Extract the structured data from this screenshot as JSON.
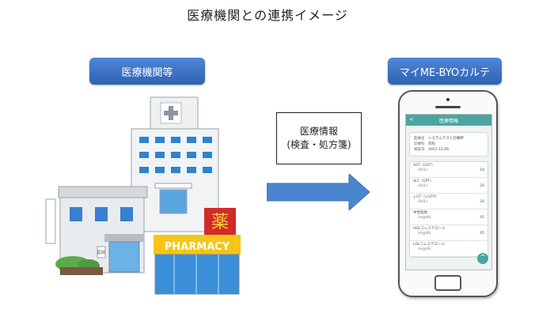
{
  "title": "医療機関との連携イメージ",
  "left_label": "医療機関等",
  "right_label": "マイME-BYOカルテ",
  "info_box": {
    "line1": "医療情報",
    "line2": "(検査・処方箋)"
  },
  "pharmacy_sign": "PHARMACY",
  "pharmacy_kanji": "薬",
  "clinic_sign": "医院",
  "phone": {
    "header": "医療情報",
    "back": "<",
    "patient": [
      {
        "key": "医療名",
        "value": "システムテスト診療所"
      },
      {
        "key": "診療科",
        "value": "内科"
      },
      {
        "key": "検査日",
        "value": "2021-12-26"
      }
    ],
    "labs": [
      {
        "name": "AST（GOT）",
        "unit": "(IU/L)",
        "value": "18"
      },
      {
        "name": "ALT（GPT）",
        "unit": "(IU/L)",
        "value": "20"
      },
      {
        "name": "γ-GT（γ-GTP）",
        "unit": "(IU/L)",
        "value": "20"
      },
      {
        "name": "中性脂肪",
        "unit": "(mg/dl)",
        "value": "45"
      },
      {
        "name": "HDLコレステロール",
        "unit": "(mg/dl)",
        "value": "45"
      },
      {
        "name": "LDLコレステロール",
        "unit": "(mg/dl)",
        "value": ""
      }
    ],
    "fab_icon": "chevron-up-icon"
  },
  "colors": {
    "pill": "#3a6fc4",
    "arrow": "#4a86d0",
    "app_accent": "#4aa6a0",
    "pharmacy_yellow": "#f5c518",
    "pharmacy_red": "#d22a2a"
  }
}
